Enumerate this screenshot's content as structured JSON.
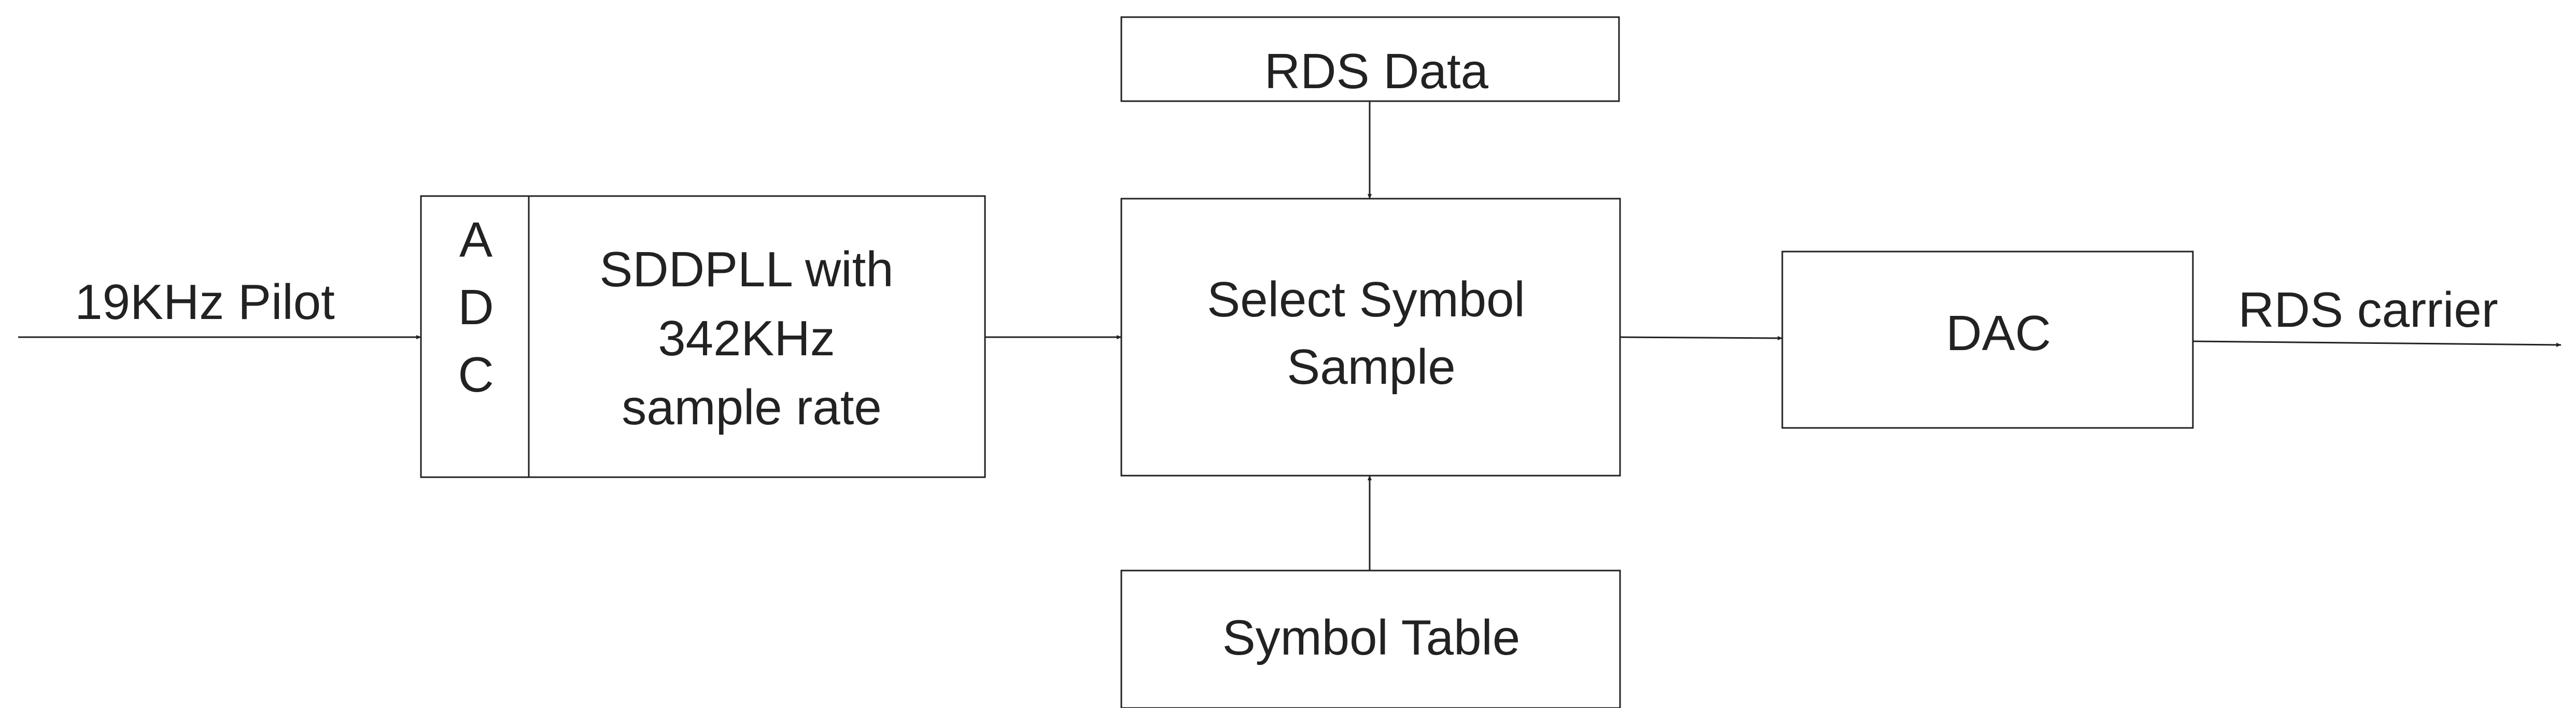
{
  "diagram": {
    "input_label": "19KHz Pilot",
    "adc_letters": [
      "A",
      "D",
      "C"
    ],
    "sddpll_lines": [
      "SDDPLL with",
      "342KHz",
      "sample rate"
    ],
    "select_lines": [
      "Select Symbol",
      "Sample"
    ],
    "rds_data_label": "RDS Data",
    "symbol_table_label": "Symbol Table",
    "dac_label": "DAC",
    "output_label": "RDS carrier"
  },
  "colors": {
    "stroke": "#222222",
    "text": "#222222",
    "background": "#ffffff"
  }
}
